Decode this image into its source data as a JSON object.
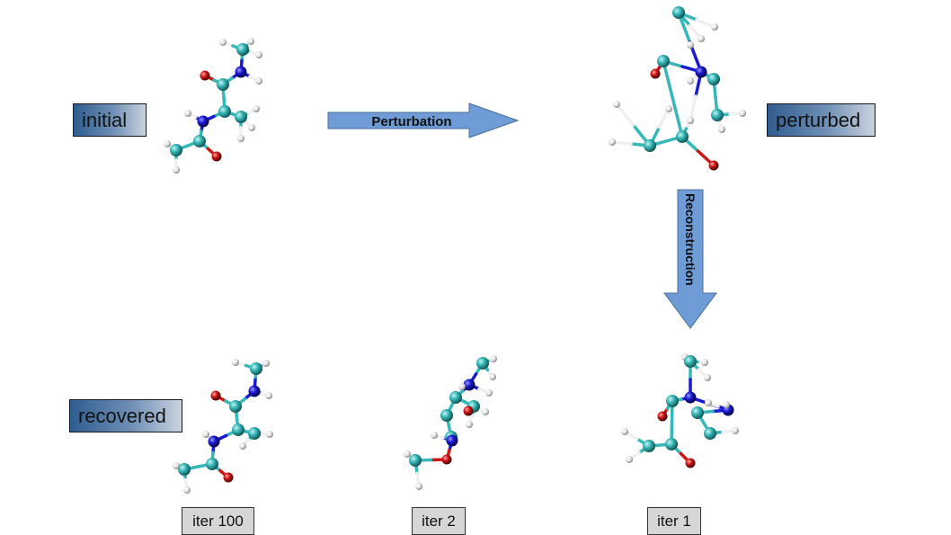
{
  "states": {
    "initial": "initial",
    "perturbed": "perturbed",
    "recovered": "recovered"
  },
  "arrows": {
    "perturbation": "Perturbation",
    "reconstruction": "Reconstruction"
  },
  "iterations": {
    "iter100": "iter 100",
    "iter2": "iter 2",
    "iter1": "iter 1"
  },
  "colors": {
    "carbon": "#37b8b8",
    "nitrogen": "#1a1ad0",
    "oxygen": "#d01515",
    "hydrogen": "#e8e8e8",
    "arrow_fill": "#6f9bd6",
    "label_gradient_dark": "#2f5d8f",
    "label_gradient_light": "#c9d3df",
    "iter_box": "#d6d6d6"
  }
}
